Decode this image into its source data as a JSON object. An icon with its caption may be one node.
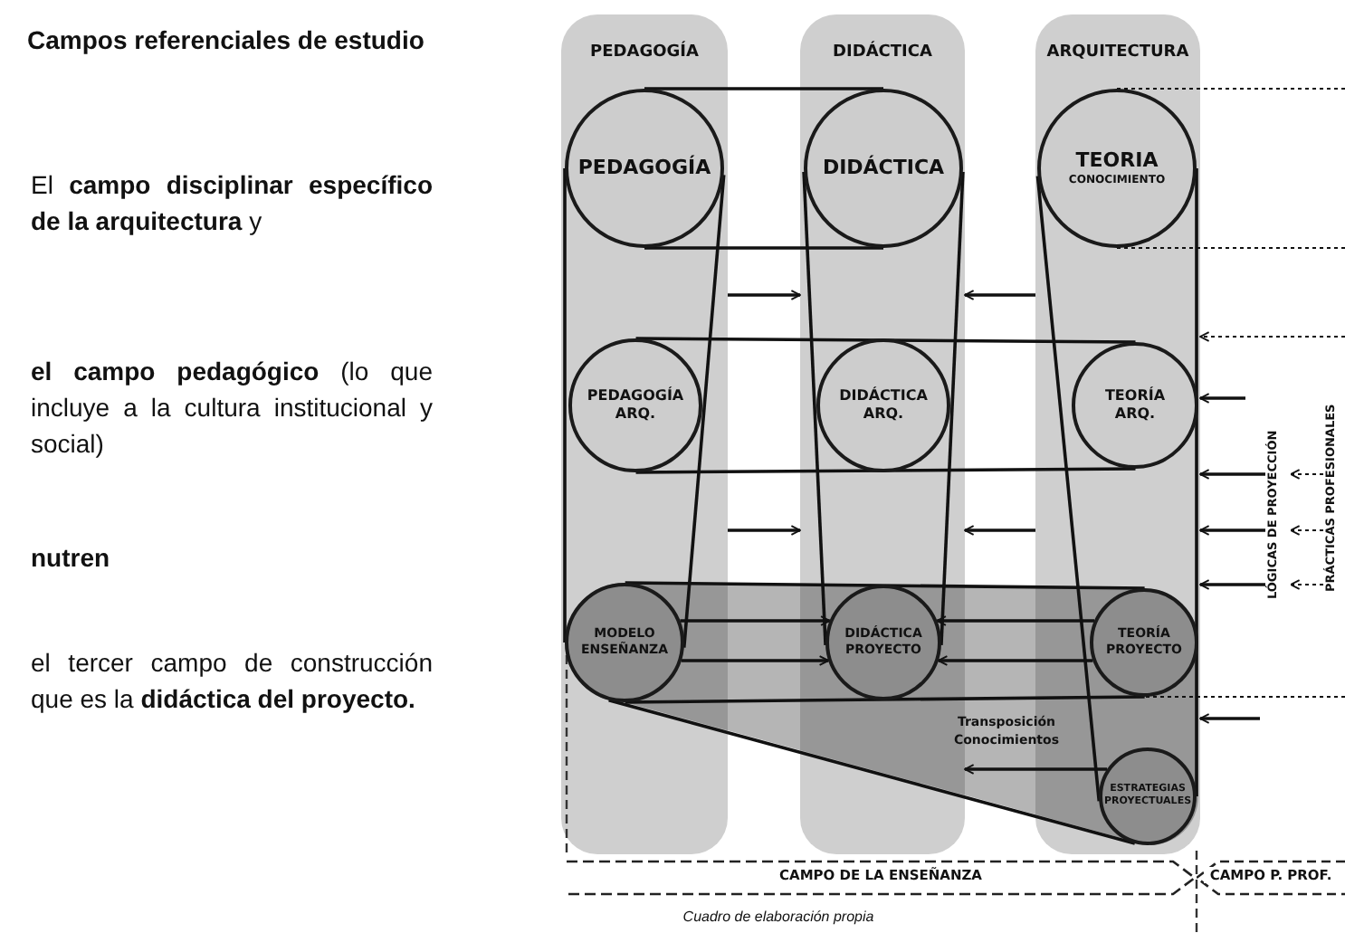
{
  "diagram": {
    "title": "Campos referenciales de estudio",
    "caption": "Cuadro de elaboración propia",
    "nodes": [
      {
        "text": [
          "PEDAGOGÍA"
        ]
      },
      {
        "text": [
          "DIDÁCTICA"
        ]
      },
      {
        "text": [
          "ARQUITECTURA"
        ]
      },
      {
        "text": [
          "PEDAGOGÍA"
        ],
        "in": 0
      },
      {
        "text": [
          "DIDÁCTICA"
        ],
        "in": 1
      },
      {
        "text": [
          "TEORIA",
          "CONOCIMIENTO"
        ],
        "in": 2
      },
      {
        "text": [
          "PEDAGOGÍA ARQ."
        ],
        "in": 0
      },
      {
        "text": [
          "DIDÁCTICA ARQ."
        ],
        "in": 1
      },
      {
        "text": [
          "TEORÍA ARQ."
        ],
        "in": 2
      },
      {
        "text": [
          "MODELO ENSEÑANZA"
        ],
        "in": 0
      },
      {
        "text": [
          "DIDÁCTICA PROYECTO"
        ],
        "in": 1
      },
      {
        "text": [
          "TEORÍA PROYECTO"
        ],
        "in": 2
      },
      {
        "text": [
          "ESTRATEGIAS PROYECTUALES"
        ],
        "in": 2
      },
      {
        "text": [
          "CAMPO DE LA ENSEÑANZA"
        ]
      },
      {
        "text": [
          "CAMPO P. PROF."
        ]
      },
      {
        "text": [
          "LÓGICAS DE PROYECCIÓN"
        ]
      },
      {
        "text": [
          "PRÁCTICAS PROFESIONALES"
        ]
      }
    ],
    "edges": [
      {
        "from": 0,
        "to": 1,
        "arrow": "to"
      },
      {
        "from": 2,
        "to": 1,
        "arrow": "to"
      },
      {
        "from": 0,
        "to": 1,
        "arrow": "to"
      },
      {
        "from": 2,
        "to": 1,
        "arrow": "to"
      },
      {
        "from": 9,
        "to": 10,
        "arrow": "to"
      },
      {
        "from": 9,
        "to": 10,
        "arrow": "to"
      },
      {
        "from": 11,
        "to": 10,
        "arrow": "to"
      },
      {
        "from": 11,
        "to": 10,
        "arrow": "to"
      },
      {
        "from": 12,
        "to": 1,
        "arrow": "to"
      },
      {
        "from": null,
        "to": 2,
        "arrow": "to"
      },
      {
        "from": 15,
        "to": 2,
        "arrow": "to"
      },
      {
        "from": 15,
        "to": 2,
        "arrow": "to"
      },
      {
        "from": 15,
        "to": 2,
        "arrow": "to"
      },
      {
        "from": null,
        "to": 2,
        "arrow": "to"
      },
      {
        "from": null,
        "to": 2,
        "arrow": "to",
        "style": "dashed"
      },
      {
        "from": 16,
        "to": 15,
        "arrow": "to",
        "style": "dashed"
      },
      {
        "from": 16,
        "to": 15,
        "arrow": "to",
        "style": "dashed"
      },
      {
        "from": 16,
        "to": 15,
        "arrow": "to",
        "style": "dashed"
      },
      {
        "from": 3,
        "to": 4,
        "arrow": "none"
      },
      {
        "from": 3,
        "to": 4,
        "arrow": "none"
      },
      {
        "from": 4,
        "to": 10,
        "arrow": "none"
      },
      {
        "from": 4,
        "to": 10,
        "arrow": "none"
      },
      {
        "from": 3,
        "to": 9,
        "arrow": "none"
      },
      {
        "from": 3,
        "to": 9,
        "arrow": "none"
      },
      {
        "from": 5,
        "to": 12,
        "arrow": "none"
      },
      {
        "from": 5,
        "to": 12,
        "arrow": "none"
      },
      {
        "from": 6,
        "to": 8,
        "arrow": "none"
      },
      {
        "from": 6,
        "to": 8,
        "arrow": "none"
      },
      {
        "from": 9,
        "to": 11,
        "arrow": "none"
      },
      {
        "from": 9,
        "to": 11,
        "arrow": "none"
      },
      {
        "from": 9,
        "to": 12,
        "arrow": "none"
      },
      {
        "from": null,
        "to": 5,
        "arrow": "none",
        "style": "dashed"
      },
      {
        "from": null,
        "to": 5,
        "arrow": "none",
        "style": "dashed"
      },
      {
        "from": null,
        "to": 11,
        "arrow": "none",
        "style": "dashed"
      }
    ],
    "labels": [
      "El **campo disciplinar específico de la arquitectura** y",
      "**el campo pedagógico** (lo que incluye a la cultura institucional y social)",
      "**nutren**",
      "el tercer campo de construcción que es la **didáctica del proyecto.**",
      "Transposición Conocimientos"
    ]
  }
}
